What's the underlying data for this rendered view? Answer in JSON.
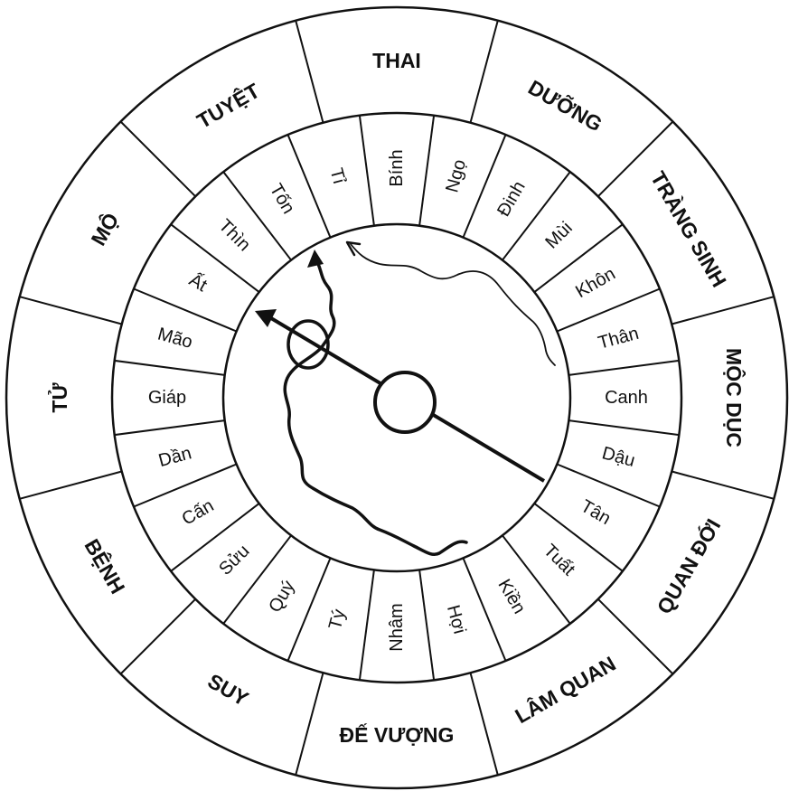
{
  "outer_ring": [
    "THAI",
    "DƯỠNG",
    "TRÀNG SINH",
    "MỘC DỤC",
    "QUAN ĐỚI",
    "LÂM QUAN",
    "ĐẾ VƯỢNG",
    "SUY",
    "BỆNH",
    "TỬ",
    "MỘ",
    "TUYỆT"
  ],
  "inner_ring": [
    "Bính",
    "Ngọ",
    "Đinh",
    "Mùi",
    "Khôn",
    "Thân",
    "Canh",
    "Dậu",
    "Tân",
    "Tuất",
    "Kiền",
    "Hợi",
    "Nhâm",
    "Tý",
    "Quý",
    "Sửu",
    "Cấn",
    "Dần",
    "Giáp",
    "Mão",
    "Ất",
    "Thìn",
    "Tốn",
    "Tỉ"
  ],
  "colors": {
    "line": "#111111",
    "background": "#ffffff"
  }
}
